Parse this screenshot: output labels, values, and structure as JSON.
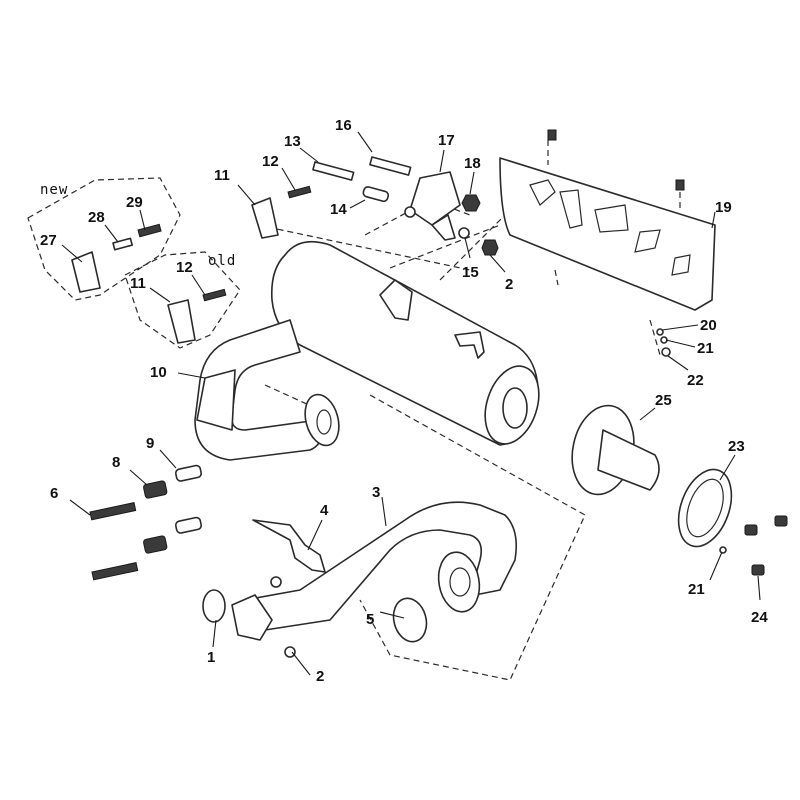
{
  "notes": {
    "new": "new",
    "old": "old"
  },
  "callouts": {
    "c1": "1",
    "c2a": "2",
    "c2b": "2",
    "c3": "3",
    "c4": "4",
    "c5": "5",
    "c6": "6",
    "c8": "8",
    "c9": "9",
    "c10": "10",
    "c11a": "11",
    "c11b": "11",
    "c12a": "12",
    "c12b": "12",
    "c13": "13",
    "c14": "14",
    "c15": "15",
    "c16": "16",
    "c17": "17",
    "c18": "18",
    "c19": "19",
    "c20": "20",
    "c21a": "21",
    "c21b": "21",
    "c22": "22",
    "c23": "23",
    "c24": "24",
    "c25": "25",
    "c27": "27",
    "c28": "28",
    "c29": "29"
  }
}
